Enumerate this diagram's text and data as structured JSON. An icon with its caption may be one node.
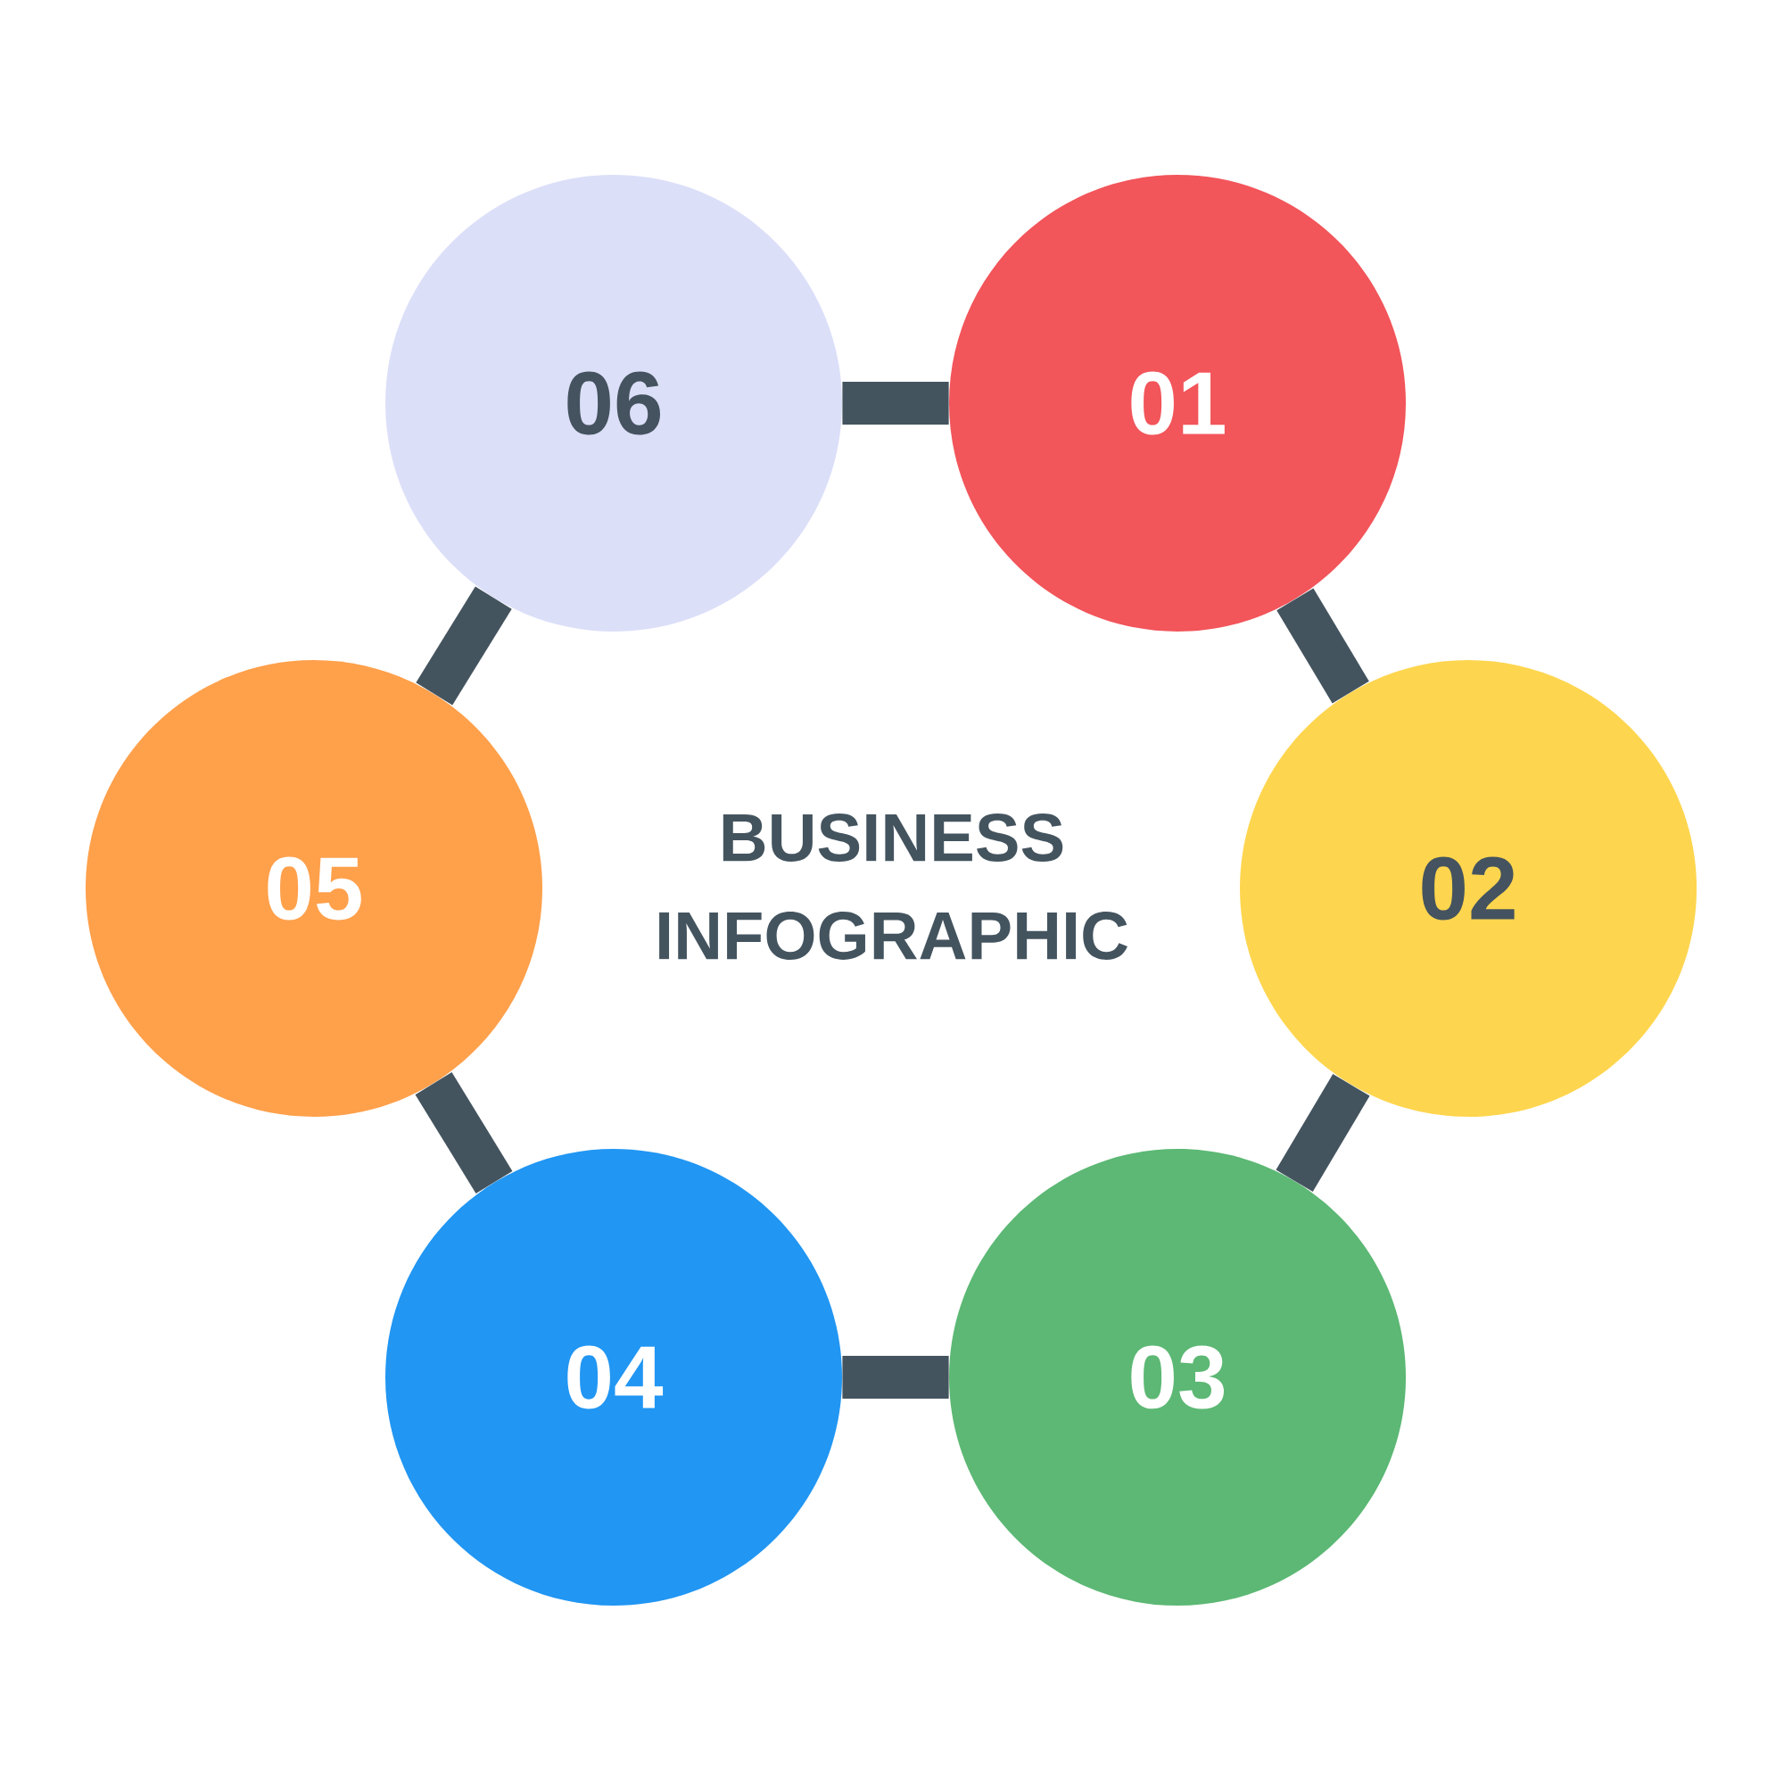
{
  "diagram": {
    "title": "BUSINESS INFOGRAPHIC",
    "nodes": [
      {
        "text": [
          "01"
        ]
      },
      {
        "text": [
          "02"
        ]
      },
      {
        "text": [
          "03"
        ]
      },
      {
        "text": [
          "04"
        ]
      },
      {
        "text": [
          "05"
        ]
      },
      {
        "text": [
          "06"
        ]
      }
    ],
    "edges": [
      {
        "from": 5,
        "to": 0,
        "arrow": "none"
      },
      {
        "from": 0,
        "to": 1,
        "arrow": "none"
      },
      {
        "from": 1,
        "to": 2,
        "arrow": "none"
      },
      {
        "from": 2,
        "to": 3,
        "arrow": "none"
      },
      {
        "from": 3,
        "to": 4,
        "arrow": "none"
      },
      {
        "from": 4,
        "to": 5,
        "arrow": "none"
      }
    ]
  }
}
